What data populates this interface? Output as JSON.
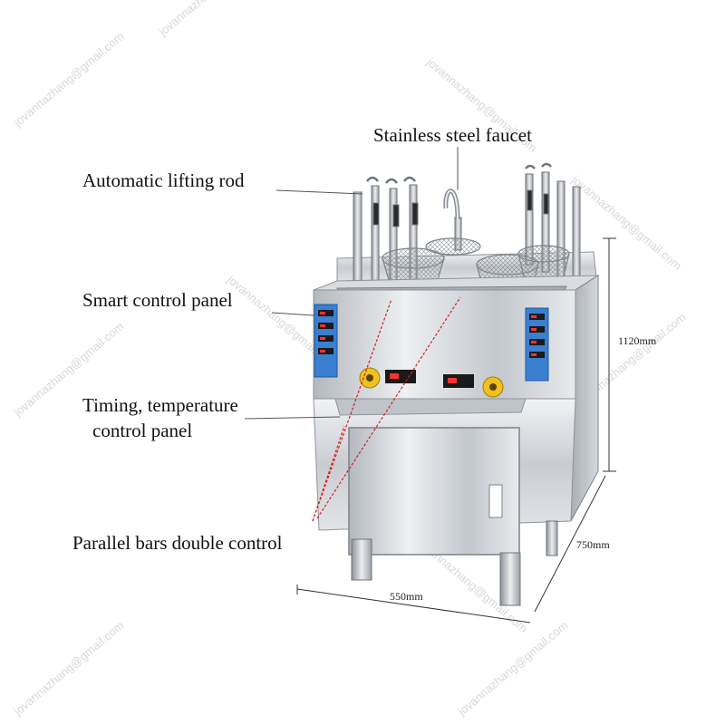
{
  "callouts": {
    "faucet": "Stainless steel faucet",
    "lifting_rod": "Automatic lifting rod",
    "smart_panel": "Smart control panel",
    "timing_line1": "Timing, temperature",
    "timing_line2": "control panel",
    "parallel_bars": "Parallel bars double control"
  },
  "dimensions": {
    "height": "1120mm",
    "depth": "750mm",
    "width": "550mm"
  },
  "watermark": "jovannazhang@gmail.com",
  "colors": {
    "steel_light": "#e4e7ea",
    "steel_mid": "#b9bec4",
    "steel_dark": "#8a9097",
    "panel_blue": "#3a7fd0",
    "knob_yellow": "#f0c020",
    "display_black": "#1a1a1a",
    "display_red": "#ff3030",
    "leader_red": "#d42020"
  }
}
